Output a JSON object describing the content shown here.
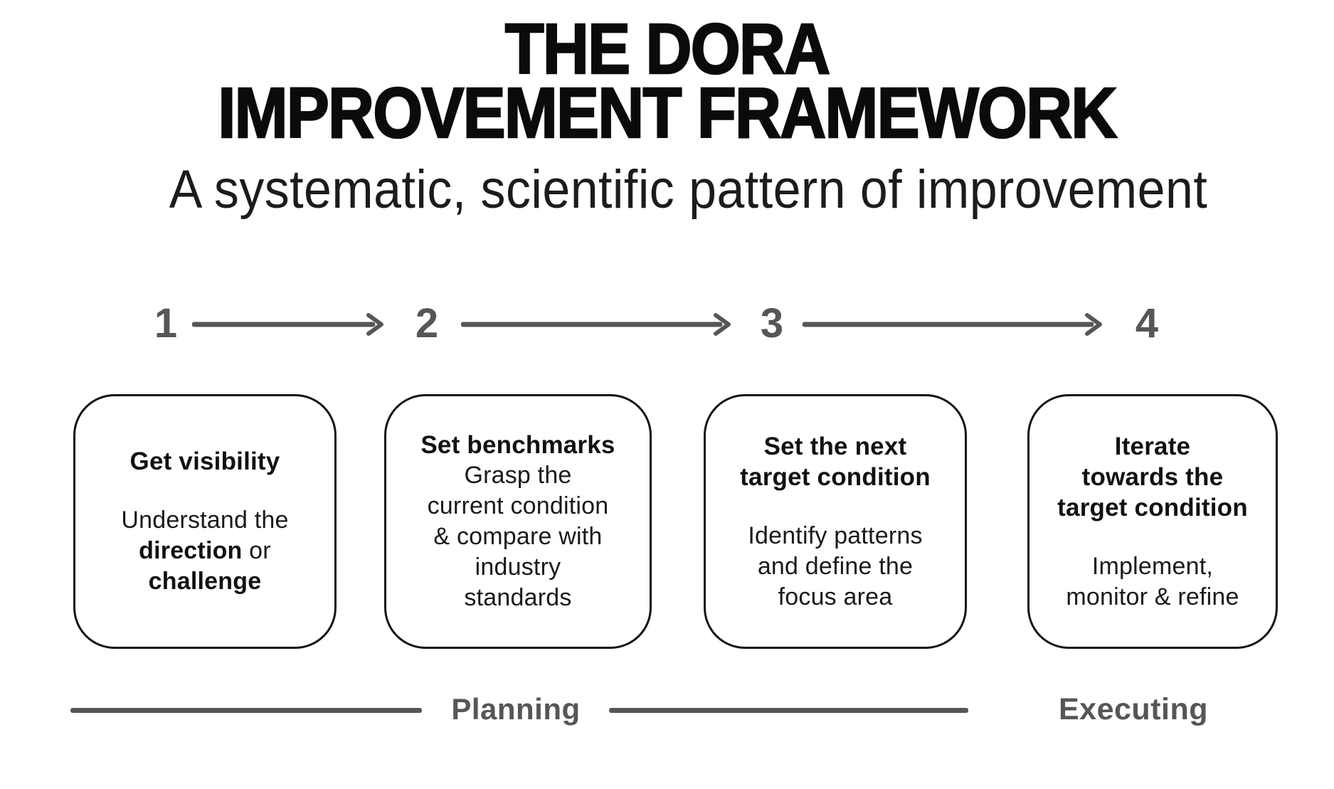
{
  "header": {
    "title_line1": "THE DORA",
    "title_line2": "IMPROVEMENT FRAMEWORK",
    "subtitle": "A systematic, scientific pattern of improvement"
  },
  "steps": [
    {
      "number": "1"
    },
    {
      "number": "2"
    },
    {
      "number": "3"
    },
    {
      "number": "4"
    }
  ],
  "boxes": [
    {
      "heading_lines": [
        "Get visibility"
      ],
      "body_segments": {
        "line1": "Understand the",
        "bold1": "direction",
        "mid": " or",
        "bold2": "challenge"
      }
    },
    {
      "heading_lines": [
        "Set benchmarks"
      ],
      "body_lines": [
        "Grasp the",
        "current condition",
        "& compare with",
        "industry",
        "standards"
      ]
    },
    {
      "heading_lines": [
        "Set the next",
        "target condition"
      ],
      "body_lines": [
        "Identify patterns",
        "and define the",
        "focus area"
      ]
    },
    {
      "heading_lines": [
        "Iterate",
        "towards the",
        "target condition"
      ],
      "body_lines": [
        "Implement,",
        "monitor & refine"
      ]
    }
  ],
  "phases": {
    "planning_label": "Planning",
    "executing_label": "Executing"
  },
  "colors": {
    "text_black": "#111111",
    "accent_gray": "#565659",
    "background": "#ffffff"
  }
}
